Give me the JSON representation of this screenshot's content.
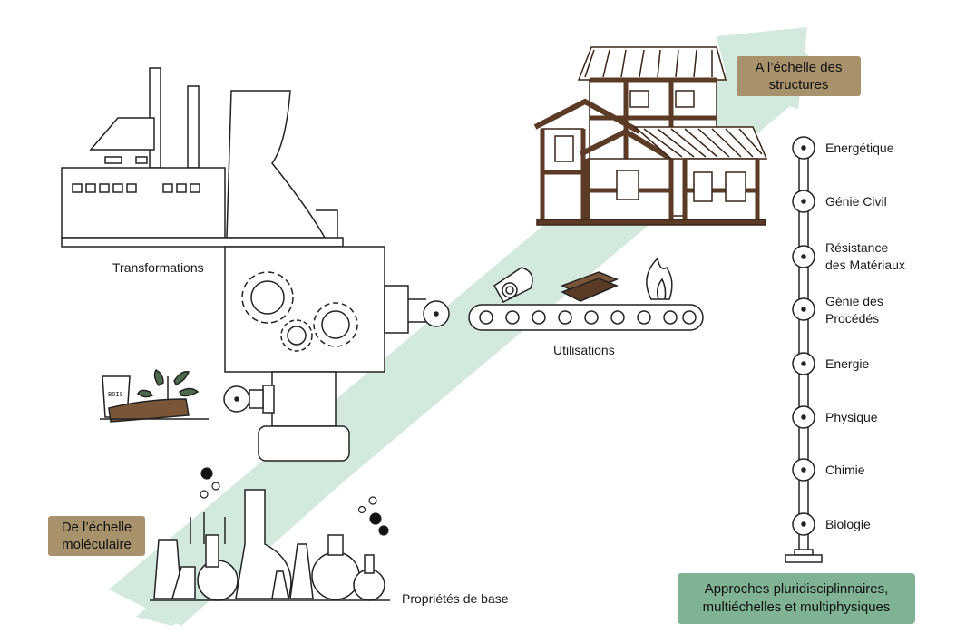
{
  "tags": {
    "top": [
      "A l’échelle des",
      "structures"
    ],
    "bottom": [
      "De l’échelle",
      "moléculaire"
    ]
  },
  "labels": {
    "transformations": "Transformations",
    "utilisations": "Utilisations",
    "proprietes": "Propriétés de base",
    "bois": "BOIS"
  },
  "scale": [
    [
      "Energétique"
    ],
    [
      "Génie Civil"
    ],
    [
      "Résistance",
      "des Matériaux"
    ],
    [
      "Génie des",
      "Procédés"
    ],
    [
      "Energie"
    ],
    [
      "Physique"
    ],
    [
      "Chimie"
    ],
    [
      "Biologie"
    ]
  ],
  "approach": [
    "Approches pluridisciplinnaires,",
    "multiéchelles et multiphysiques"
  ],
  "colors": {
    "arrow": "#cfe6da",
    "tag": "#a8926c",
    "approach": "#7fb394",
    "wood": "#5b3a26"
  }
}
